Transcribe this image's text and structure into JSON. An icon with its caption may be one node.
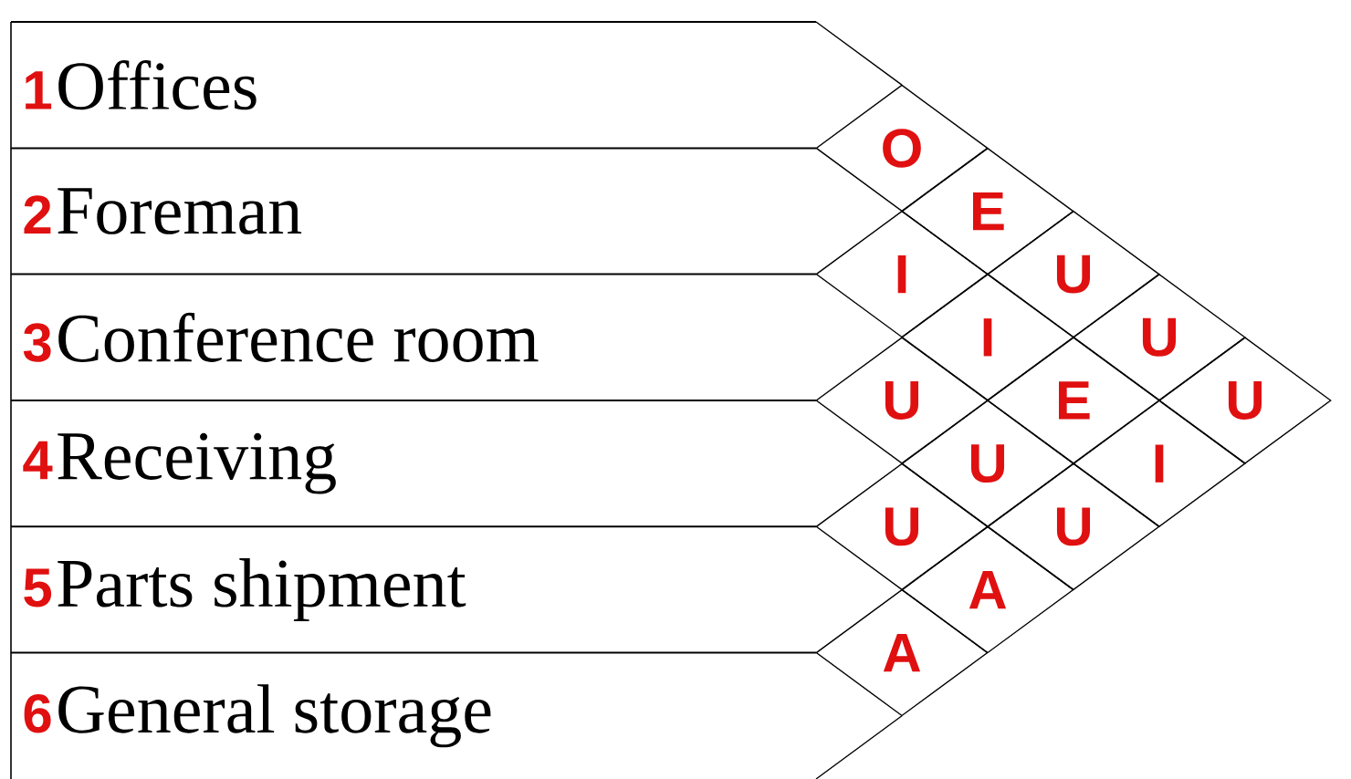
{
  "diagram": {
    "nodes": [
      {
        "text": [
          "1",
          "Offices"
        ]
      },
      {
        "text": [
          "2",
          "Foreman"
        ]
      },
      {
        "text": [
          "3",
          "Conference room"
        ]
      },
      {
        "text": [
          "4",
          "Receiving"
        ]
      },
      {
        "text": [
          "5",
          "Parts shipment"
        ]
      },
      {
        "text": [
          "6",
          "General storage"
        ]
      },
      {
        "text": [
          "O"
        ]
      },
      {
        "text": [
          "E"
        ]
      },
      {
        "text": [
          "U"
        ]
      },
      {
        "text": [
          "U"
        ]
      },
      {
        "text": [
          "U"
        ]
      },
      {
        "text": [
          "I"
        ]
      },
      {
        "text": [
          "I"
        ]
      },
      {
        "text": [
          "E"
        ]
      },
      {
        "text": [
          "I"
        ]
      },
      {
        "text": [
          "U"
        ]
      },
      {
        "text": [
          "U"
        ]
      },
      {
        "text": [
          "U"
        ]
      },
      {
        "text": [
          "U"
        ]
      },
      {
        "text": [
          "A"
        ]
      },
      {
        "text": [
          "A"
        ]
      }
    ]
  }
}
